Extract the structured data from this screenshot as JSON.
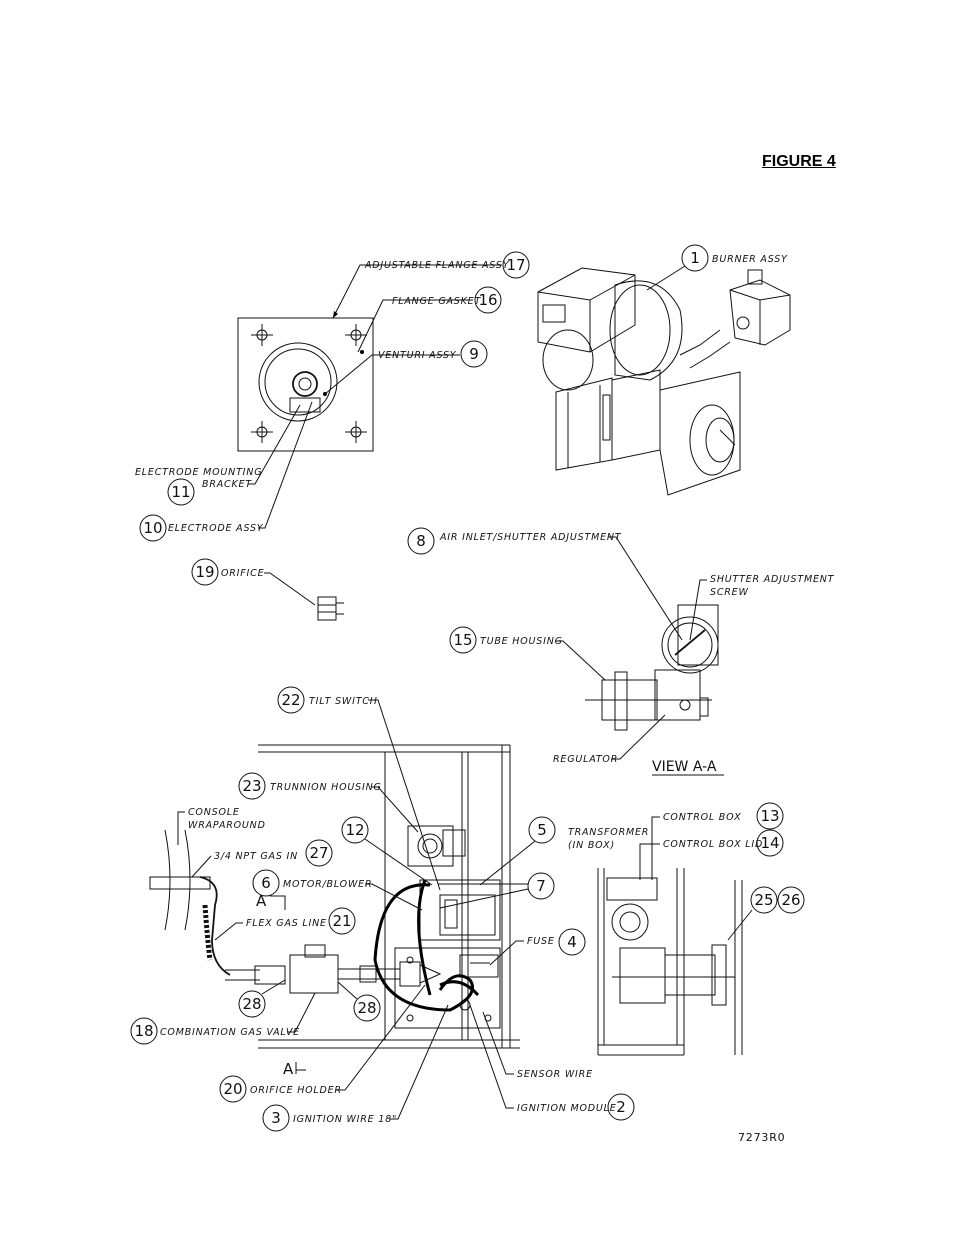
{
  "figure_title": "FIGURE 4",
  "drawing_number": "7273R0",
  "view_label": "VIEW A-A",
  "section_marker": "A",
  "callouts": {
    "c1": {
      "num": "1",
      "text": "BURNER ASSY"
    },
    "c2": {
      "num": "2",
      "text": "IGNITION MODULE"
    },
    "c3": {
      "num": "3",
      "text": "IGNITION WIRE 18\""
    },
    "c4": {
      "num": "4",
      "text": "FUSE"
    },
    "c5": {
      "num": "5",
      "text": "TRANSFORMER"
    },
    "c5b": {
      "text": "(IN BOX)"
    },
    "c6": {
      "num": "6",
      "text": "MOTOR/BLOWER"
    },
    "c7": {
      "num": "7"
    },
    "c8": {
      "num": "8",
      "text": "AIR INLET/SHUTTER ADJUSTMENT"
    },
    "c9": {
      "num": "9",
      "text": "VENTURI ASSY"
    },
    "c10": {
      "num": "10",
      "text": "ELECTRODE ASSY"
    },
    "c11": {
      "num": "11",
      "text": "ELECTRODE MOUNTING",
      "text2": "BRACKET"
    },
    "c12": {
      "num": "12"
    },
    "c13": {
      "num": "13",
      "text": "CONTROL BOX"
    },
    "c14": {
      "num": "14",
      "text": "CONTROL BOX LID"
    },
    "c15": {
      "num": "15",
      "text": "TUBE HOUSING"
    },
    "c16": {
      "num": "16",
      "text": "FLANGE GASKET"
    },
    "c17": {
      "num": "17",
      "text": "ADJUSTABLE FLANGE ASSY"
    },
    "c18": {
      "num": "18",
      "text": "COMBINATION GAS VALVE"
    },
    "c19": {
      "num": "19",
      "text": "ORIFICE"
    },
    "c20": {
      "num": "20",
      "text": "ORIFICE HOLDER"
    },
    "c21": {
      "num": "21",
      "text": "FLEX GAS LINE"
    },
    "c22": {
      "num": "22",
      "text": "TILT SWITCH"
    },
    "c23": {
      "num": "23",
      "text": "TRUNNION HOUSING"
    },
    "c25": {
      "num": "25"
    },
    "c26": {
      "num": "26"
    },
    "c27": {
      "num": "27",
      "text": "3/4 NPT GAS IN"
    },
    "c28a": {
      "num": "28"
    },
    "c28b": {
      "num": "28"
    }
  },
  "labels": {
    "shutter_screw_1": "SHUTTER ADJUSTMENT",
    "shutter_screw_2": "SCREW",
    "regulator": "REGULATOR",
    "sensor_wire": "SENSOR WIRE",
    "console_1": "CONSOLE",
    "console_2": "WRAPAROUND"
  }
}
